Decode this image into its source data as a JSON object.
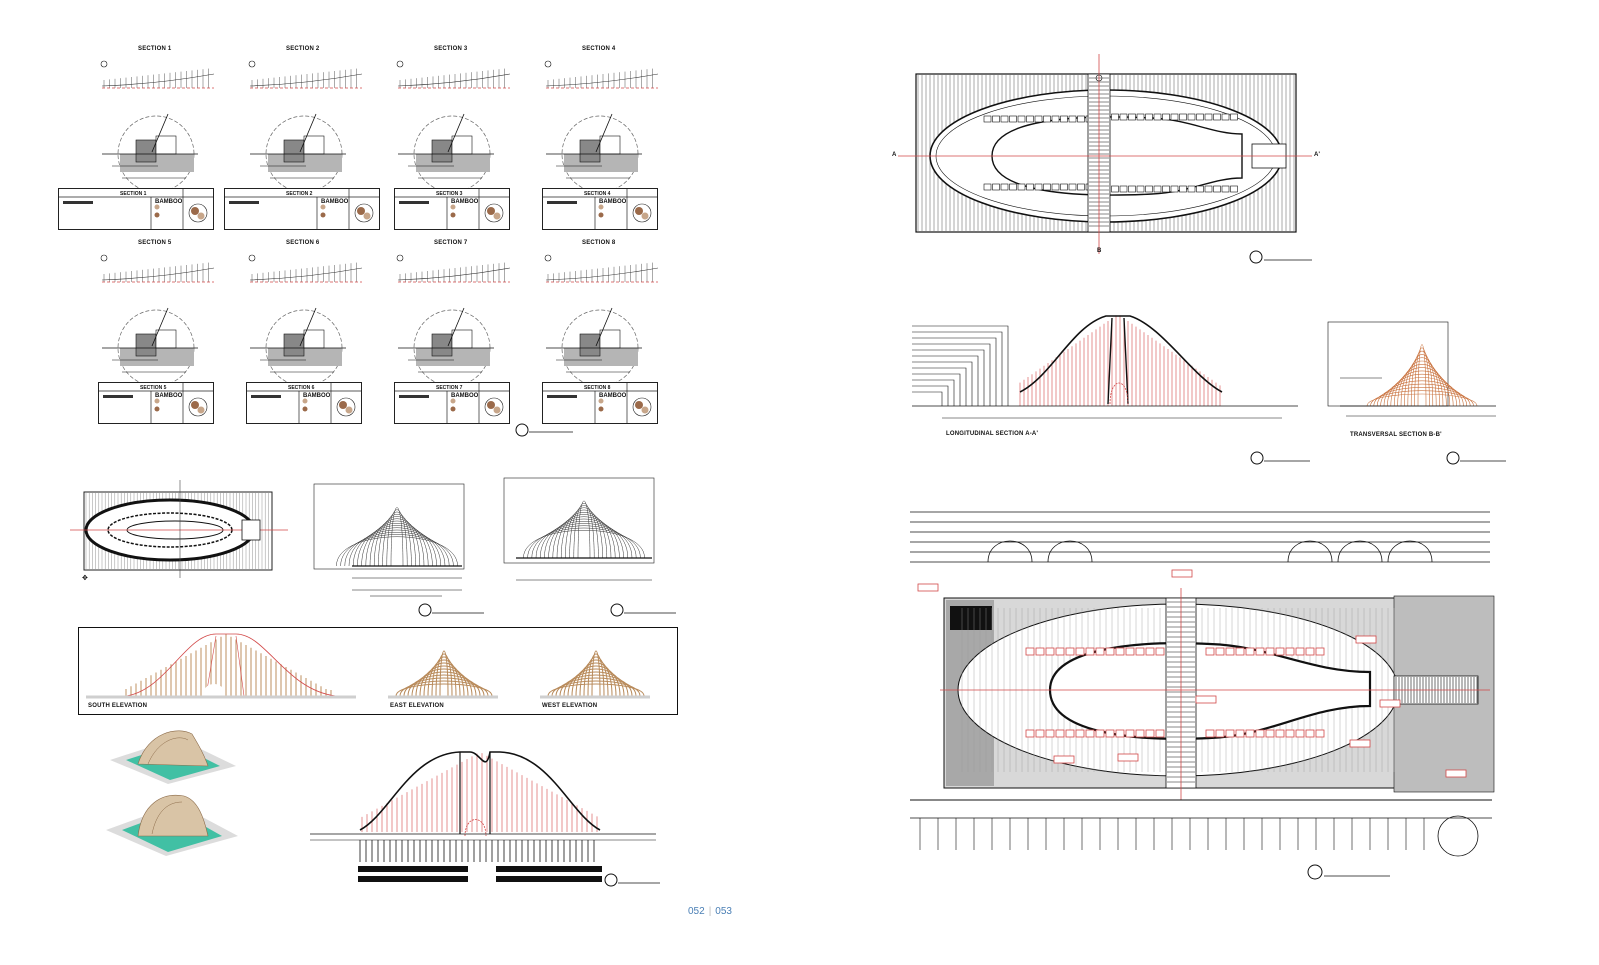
{
  "colors": {
    "line": "#1a1a1a",
    "red": "#d24848",
    "grey": "#b5b5b5",
    "wood": "#c9a27a",
    "teal": "#41c0a4",
    "folio": "#4a7fb5"
  },
  "sections": [
    {
      "title": "SECTION 1",
      "table_title": "SECTION 1",
      "bamboo": "BAMBOO"
    },
    {
      "title": "SECTION 2",
      "table_title": "SECTION 2",
      "bamboo": "BAMBOO"
    },
    {
      "title": "SECTION 3",
      "table_title": "SECTION 3",
      "bamboo": "BAMBOO"
    },
    {
      "title": "SECTION 4",
      "table_title": "SECTION 4",
      "bamboo": "BAMBOO"
    },
    {
      "title": "SECTION 5",
      "table_title": "SECTION 5",
      "bamboo": "BAMBOO"
    },
    {
      "title": "SECTION 6",
      "table_title": "SECTION 6",
      "bamboo": "BAMBOO"
    },
    {
      "title": "SECTION 7",
      "table_title": "SECTION 7",
      "bamboo": "BAMBOO"
    },
    {
      "title": "SECTION 8",
      "table_title": "SECTION 8",
      "bamboo": "BAMBOO"
    }
  ],
  "left_page": {
    "elevations": {
      "south": "SOUTH ELEVATION",
      "east": "EAST ELEVATION",
      "west": "WEST ELEVATION"
    }
  },
  "right_page": {
    "plan_markers": {
      "a": "A",
      "a_prime": "A'",
      "b": "B"
    },
    "longitudinal": "LONGITUDINAL SECTION A-A'",
    "transverse": "TRANSVERSAL SECTION B-B'"
  },
  "folio": {
    "left": "052",
    "right": "053"
  }
}
